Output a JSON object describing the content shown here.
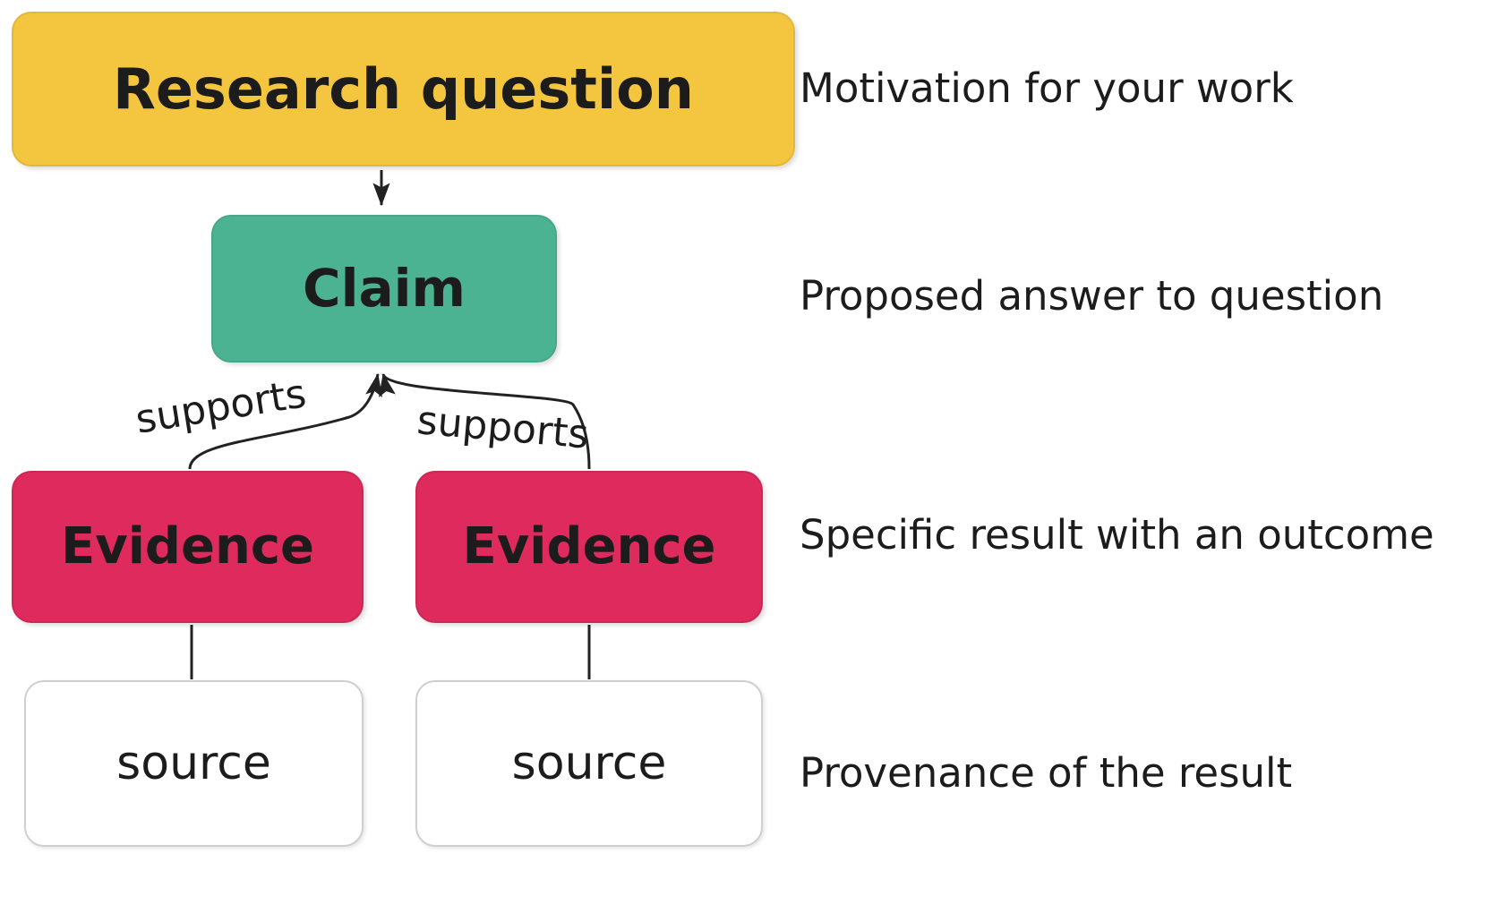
{
  "diagram": {
    "title_text": "Research question",
    "background_color": "#ffffff",
    "nodes": [
      {
        "id": "research-question",
        "label": "Research question",
        "fill": "#F4C63F",
        "shape": "rounded-rect",
        "bold": true
      },
      {
        "id": "claim",
        "label": "Claim",
        "fill": "#4CB392",
        "shape": "rounded-rect",
        "bold": true
      },
      {
        "id": "evidence-1",
        "label": "Evidence",
        "fill": "#DE2A5C",
        "shape": "rounded-rect",
        "bold": true
      },
      {
        "id": "evidence-2",
        "label": "Evidence",
        "fill": "#DE2A5C",
        "shape": "rounded-rect",
        "bold": true
      },
      {
        "id": "source-1",
        "label": "source",
        "fill": "#ffffff",
        "shape": "rounded-rect",
        "bold": false
      },
      {
        "id": "source-2",
        "label": "source",
        "fill": "#ffffff",
        "shape": "rounded-rect",
        "bold": false
      }
    ],
    "edges": [
      {
        "from": "research-question",
        "to": "claim",
        "label": "",
        "arrow": true
      },
      {
        "from": "evidence-1",
        "to": "claim",
        "label": "supports",
        "arrow": true
      },
      {
        "from": "evidence-2",
        "to": "claim",
        "label": "supports",
        "arrow": true
      },
      {
        "from": "evidence-1",
        "to": "source-1",
        "label": "",
        "arrow": false
      },
      {
        "from": "evidence-2",
        "to": "source-2",
        "label": "",
        "arrow": false
      }
    ],
    "edge_labels": {
      "supports_left": "supports",
      "supports_right": "supports"
    },
    "annotations": [
      {
        "for": "research-question",
        "text": "Motivation for your work"
      },
      {
        "for": "claim",
        "text": "Proposed answer to question"
      },
      {
        "for": "evidence",
        "text": "Specific result with an outcome"
      },
      {
        "for": "source",
        "text": "Provenance of the result"
      }
    ],
    "colors": {
      "yellow": "#F4C63F",
      "green": "#4CB392",
      "crimson": "#DE2A5C",
      "white": "#ffffff",
      "border_grey": "#cfcfcf",
      "text_dark": "#1c1c1c",
      "line": "#222222"
    }
  }
}
